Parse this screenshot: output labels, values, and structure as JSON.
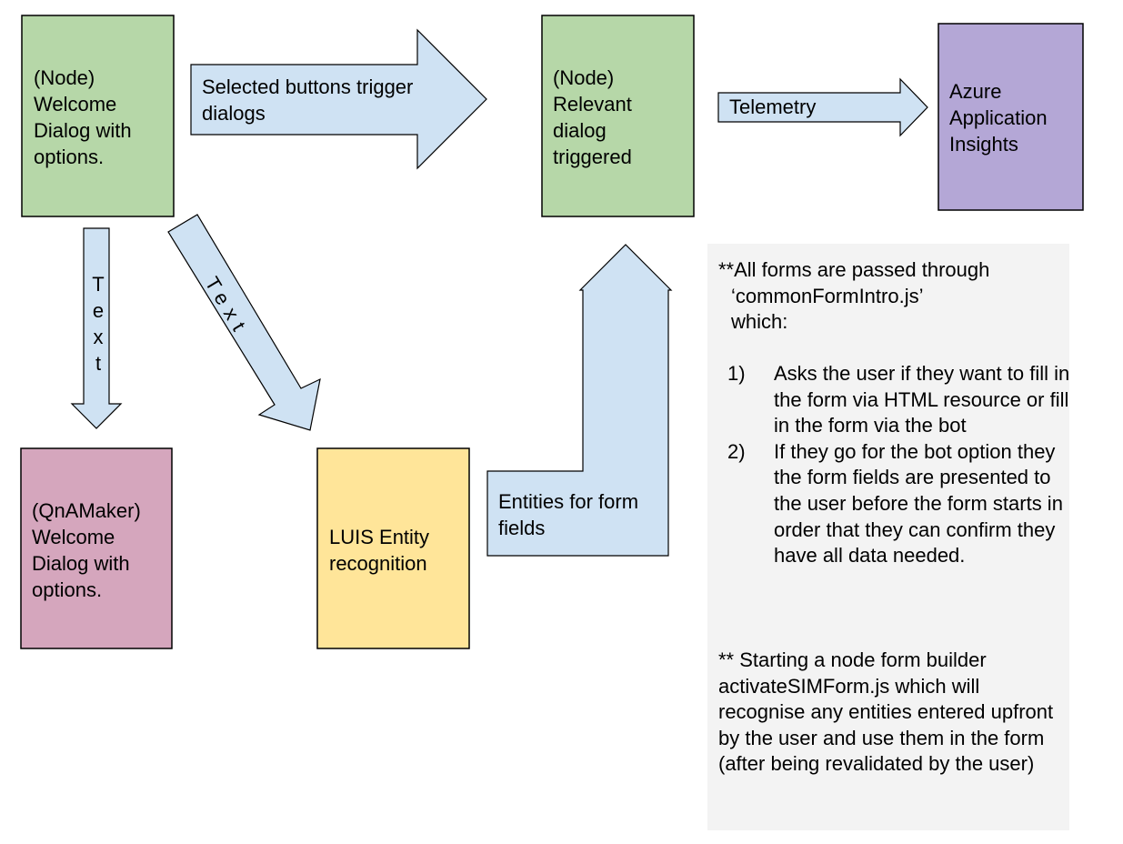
{
  "nodes": {
    "welcome_node": "(Node)\nWelcome\nDialog with\noptions.",
    "relevant_node": "(Node)\nRelevant\ndialog\ntriggered",
    "azure": "Azure\nApplication\nInsights",
    "qnamaker": "(QnAMaker)\nWelcome\nDialog with\noptions.",
    "luis": "LUIS Entity\nrecognition"
  },
  "arrows": {
    "selected_buttons": "Selected buttons trigger\ndialogs",
    "telemetry": "Telemetry",
    "text_down": "T\ne\nx\nt",
    "text_diag": "Text",
    "entities": "Entities for form\nfields"
  },
  "note": {
    "head_line1": "**All forms are passed through",
    "head_line2": "‘commonFormIntro.js’",
    "head_line3": "which:",
    "items": [
      {
        "num": "1)",
        "text": "Asks the user if they want to fill in the form via HTML resource or fill in the form via the bot"
      },
      {
        "num": "2)",
        "text": "If they go for the bot option they the form fields are presented to the user before the form starts in order that they can confirm they have all data needed."
      }
    ],
    "footer": "** Starting a node form builder activateSIMForm.js which will recognise any entities entered upfront by the user and use them in the form (after being revalidated by the user)"
  },
  "colors": {
    "green": "#b6d7a8",
    "purple": "#b4a7d6",
    "pink": "#d5a6bd",
    "yellow": "#ffe599",
    "arrow_blue": "#cfe2f3",
    "note_gray": "#f3f3f3"
  }
}
